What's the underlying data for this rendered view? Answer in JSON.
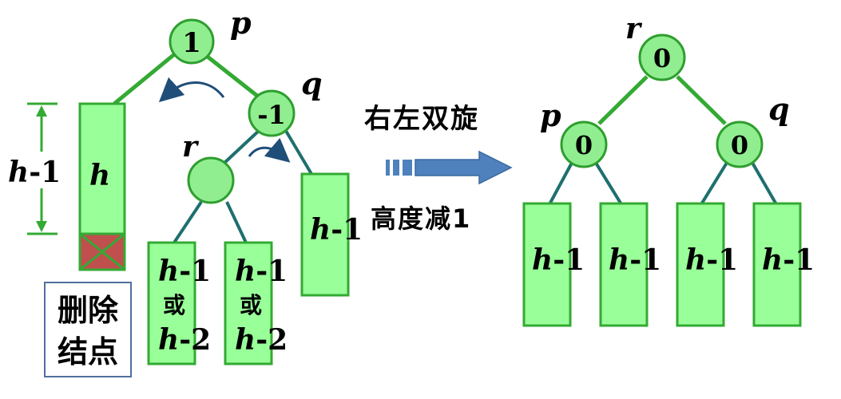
{
  "left": {
    "node_p_balance": "1",
    "node_q_balance": "-1",
    "node_r_balance": "",
    "label_p": "p",
    "label_q": "q",
    "label_r": "r",
    "height_var": "h",
    "height_suffix": "-1",
    "tall_bar_label": "h",
    "mid_or": "或",
    "mid_alt": "-2",
    "right_bar_suffix": "-1",
    "delete_box_line1": "删除",
    "delete_box_line2": "结点"
  },
  "middle": {
    "rotation_label": "右左双旋",
    "height_change_label": "高度减1"
  },
  "right": {
    "label_r": "r",
    "label_p": "p",
    "label_q": "q",
    "node_r_balance": "0",
    "node_p_balance": "0",
    "node_q_balance": "0",
    "bar_var": "h",
    "bar_suffix": "-1"
  },
  "colors": {
    "node_fill": "#90ee90",
    "node_stroke": "#2e9e2e",
    "edge_green": "#33aa33",
    "edge_teal": "#1f6f6f",
    "bar_fill": "#99ff99",
    "deleted_fill": "#c0504d",
    "arrow_blue": "#4f81bd",
    "curve_blue": "#1f4e79",
    "box_border": "#4f6f9f"
  }
}
